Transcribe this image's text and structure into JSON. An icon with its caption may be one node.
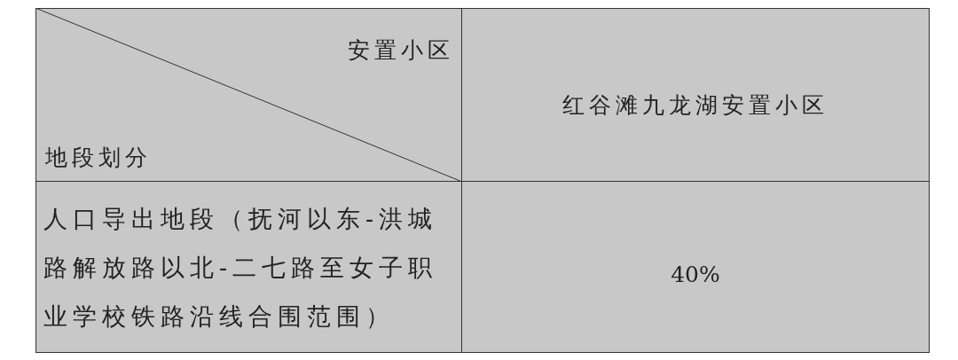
{
  "diagram": {
    "labels": [
      "安置小区",
      "地段划分",
      "红谷滩九龙湖安置小区",
      "人口导出地段（抚河以东-洪城路解放路以北-二七路至女子职业学校铁路沿线合围范围）",
      "40%"
    ]
  }
}
